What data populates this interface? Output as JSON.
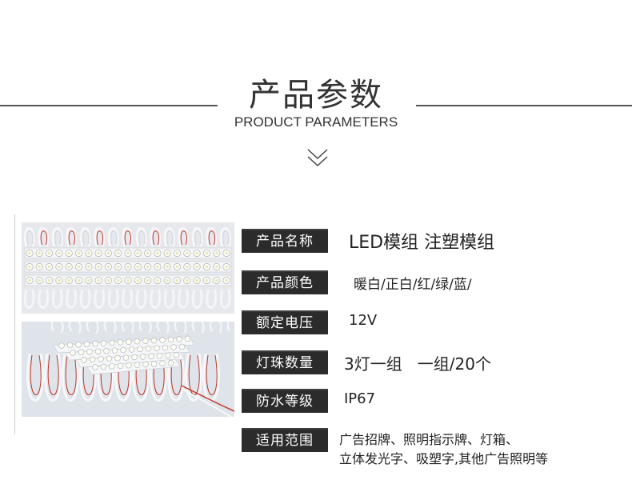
{
  "header": {
    "title_cn": "产品参数",
    "title_en": "PRODUCT PARAMETERS",
    "chevron_icon": "double-chevron-down-icon"
  },
  "specs": [
    {
      "label": "产品名称",
      "value": "LED模组 注塑模组"
    },
    {
      "label": "产品颜色",
      "value": "暖白/正白/红/绿/蓝/"
    },
    {
      "label": "额定电压",
      "value": "12V"
    },
    {
      "label": "灯珠数量",
      "value": "3灯一组   一组/20个"
    },
    {
      "label": "防水等级",
      "value": "IP67"
    },
    {
      "label": "适用范围",
      "value": "广告招牌、照明指示牌、灯箱、",
      "value2": "立体发光字、吸塑字,其他广告照明等"
    }
  ],
  "colors": {
    "label_bg": "#2b2b2b",
    "label_text": "#ffffff",
    "wire_red": "#c0392b"
  }
}
